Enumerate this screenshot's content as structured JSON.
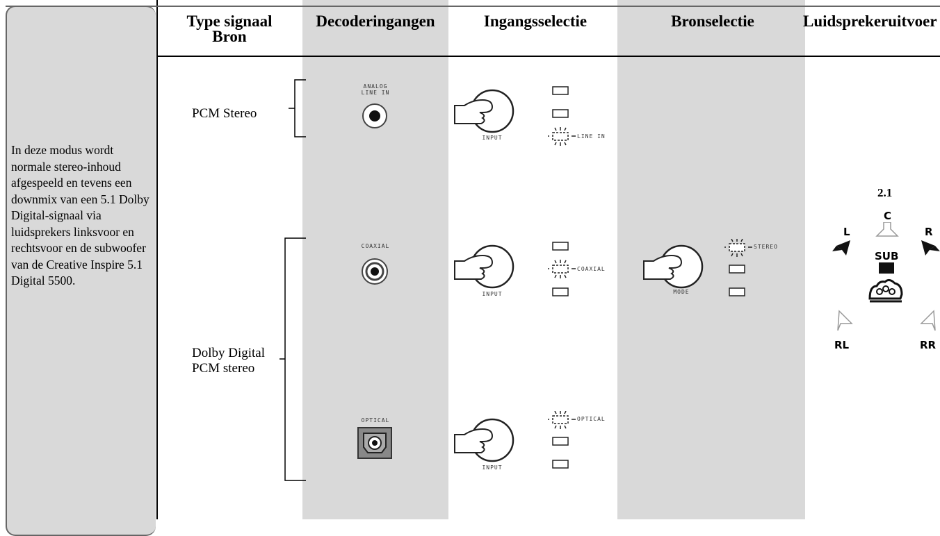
{
  "headers": {
    "type_source": "Type signaal\nBron",
    "decoder_inputs": "Decoderingangen",
    "input_select": "Ingangsselectie",
    "source_select": "Bronselectie",
    "speaker_output": "Luidsprekeruitvoer"
  },
  "description": "In deze modus wordt normale stereo-inhoud afgespeeld en tevens een downmix van een 5.1 Dolby Digital-signaal via luidsprekers linksvoor en rechtsvoor en de subwoofer van de Creative Inspire 5.1 Digital 5500.",
  "sources": {
    "pcm_stereo": "PCM Stereo",
    "dolby": "Dolby Digital\nPCM stereo"
  },
  "inputs": {
    "analog": "ANALOG\nLINE IN",
    "coaxial": "COAXIAL",
    "optical": "OPTICAL"
  },
  "knob_labels": {
    "input": "INPUT",
    "mode": "MODE"
  },
  "led_labels": {
    "line_in": "LINE IN",
    "coaxial": "COAXIAL",
    "optical": "OPTICAL",
    "stereo": "STEREO"
  },
  "speakers": {
    "mode": "2.1",
    "c": "C",
    "l": "L",
    "r": "R",
    "sub": "SUB",
    "rl": "RL",
    "rr": "RR"
  }
}
